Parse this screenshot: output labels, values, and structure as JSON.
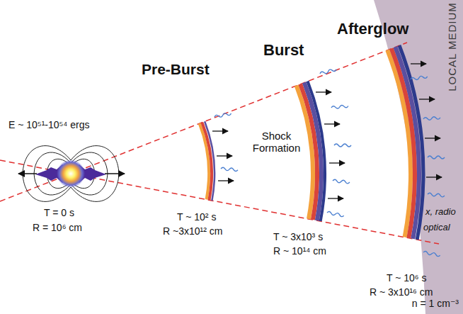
{
  "diagram": {
    "labels": [
      "E ~ 10⁵¹-10⁵⁴ ergs",
      "T = 0 s",
      "R = 10⁶ cm",
      "Pre-Burst",
      "T ~ 10² s",
      "R ~3x10¹² cm",
      "Burst",
      "Shock Formation",
      "T ~ 3x10³ s",
      "R ~ 10¹⁴ cm",
      "Afterglow",
      "x, radio",
      "optical",
      "T ~ 10⁶ s",
      "R ~ 3x10¹⁶ cm",
      "LOCAL MEDIUM",
      "n = 1 cm⁻³"
    ]
  }
}
